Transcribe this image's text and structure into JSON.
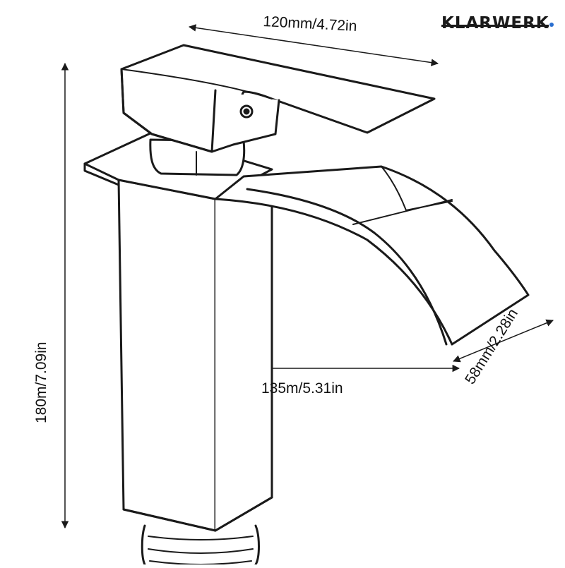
{
  "brand": {
    "name": "KLARWERK",
    "accent": "#2a6fd0"
  },
  "dimensions": {
    "width_top": "120mm/4.72in",
    "height": "180m/7.09in",
    "depth": "135m/5.31in",
    "spout": "58mm/2.28in"
  },
  "colors": {
    "line": "#1a1a1a",
    "background": "#ffffff"
  }
}
